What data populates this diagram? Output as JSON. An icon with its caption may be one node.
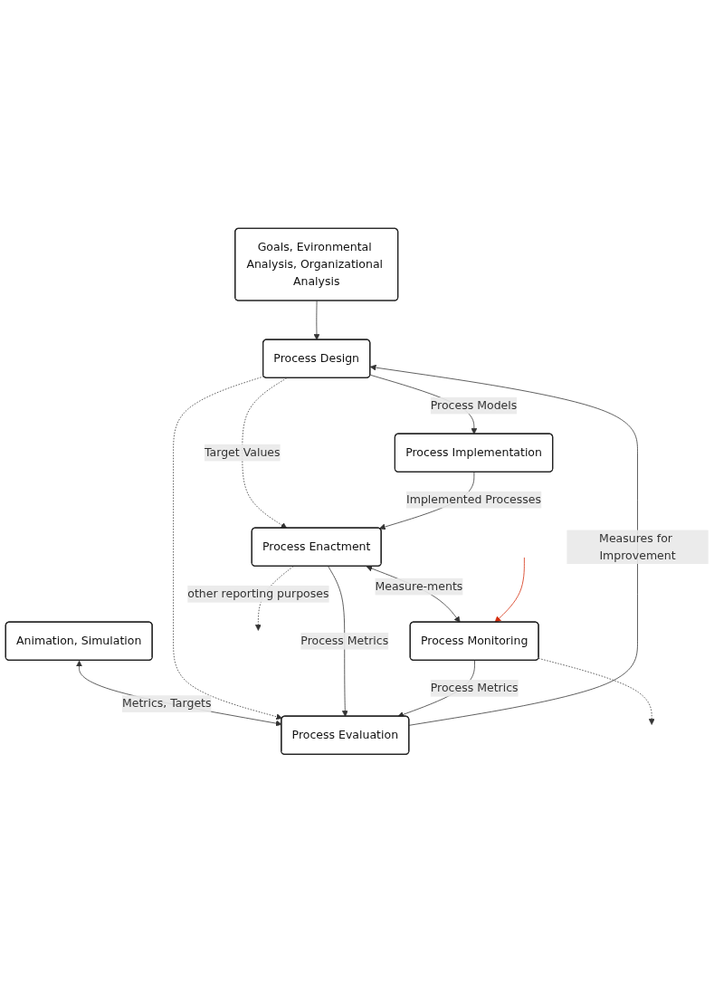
{
  "diagram": {
    "nodes": [
      {
        "text": [
          "Goals, Evironmental Analysis, Organizational Analysis"
        ]
      },
      {
        "text": [
          "Process Design"
        ]
      },
      {
        "text": [
          "Animation, Simulation"
        ]
      },
      {
        "text": [
          "Process Evaluation"
        ]
      },
      {
        "text": [
          "Process Implementation"
        ]
      },
      {
        "text": [
          "Process Enactment"
        ]
      },
      {
        "text": [
          "Process Monitoring"
        ]
      }
    ],
    "edges": [
      {
        "from": 0,
        "to": 1,
        "arrow": "to"
      },
      {
        "from": 3,
        "to": 1,
        "arrow": "to",
        "label": "Measures for Improvement"
      },
      {
        "from": 1,
        "to": 4,
        "arrow": "to",
        "label": "Process Models"
      },
      {
        "from": 2,
        "to": 3,
        "arrow": "both",
        "label": "Metrics, Targets"
      },
      {
        "from": 1,
        "to": 3,
        "arrow": "to",
        "style": "dashed"
      },
      {
        "from": 1,
        "to": 5,
        "arrow": "to",
        "style": "dashed",
        "label": "Target Values"
      },
      {
        "from": 4,
        "to": 5,
        "arrow": "to",
        "label": "Implemented Processes"
      },
      {
        "from": 5,
        "to": 3,
        "arrow": "to",
        "label": "Process Metrics"
      },
      {
        "from": 5,
        "to": null,
        "arrow": "to",
        "style": "dashed",
        "label": "other reporting purposes"
      },
      {
        "from": 6,
        "to": null,
        "arrow": "to",
        "style": "dashed"
      },
      {
        "from": 6,
        "to": 3,
        "arrow": "to",
        "label": "Process Metrics"
      },
      {
        "from": 5,
        "to": 6,
        "arrow": "both",
        "label": "Measure-ments"
      },
      {
        "from": null,
        "to": 6,
        "arrow": "to",
        "color": "#d42a0a"
      }
    ]
  }
}
